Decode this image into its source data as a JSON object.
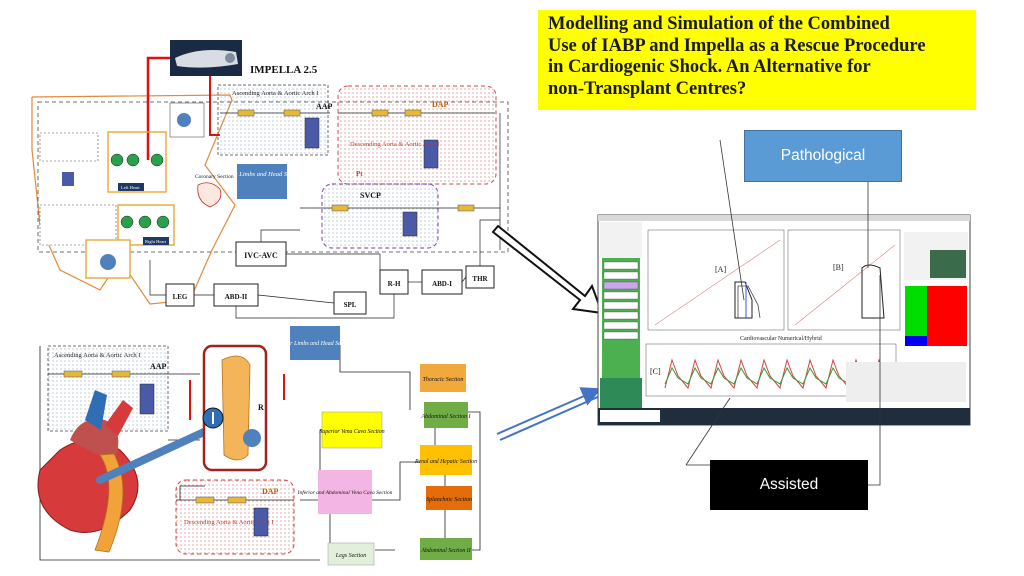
{
  "title": {
    "lines": [
      "Modelling  and  Simulation  of  the  Combined",
      "Use of IABP and Impella  as a Rescue Procedure",
      "in Cardiogenic Shock.        An Alternative for",
      "non-Transplant Centres?"
    ]
  },
  "labels": {
    "pathological": "Pathological",
    "assisted": "Assisted"
  },
  "top_circuit": {
    "impella": "IMPELLA 2.5",
    "ascending": "Ascending Aorta & Aortic Arch I",
    "aap": "AAP",
    "dap": "DAP",
    "descending": "Descending Aorta & Aortic Arch I",
    "upper_limbs": "Upper Limbs and Head Section",
    "coronary": "Coronary Section",
    "svcp": "SVCP",
    "ivc": "IVC-AVC",
    "rh": "R-H",
    "abd1": "ABD-I",
    "thr": "THR",
    "leg": "LEG",
    "abd2": "ABD-II",
    "spl": "SPL",
    "left_heart": "Left Heart",
    "right_heart": "Right Heart",
    "pt": "Pt"
  },
  "bottom_circuit": {
    "ascending": "Ascending Aorta & Aortic Arch I",
    "aap": "AAP",
    "dap": "DAP",
    "descending": "Descending Aorta & Aortic Arch I",
    "upper_limbs": "Upper Limbs and Head Section",
    "thoracic": "Thoracic Section",
    "abdominal1": "Abdominal Section I",
    "svc": "Superior Vena Cava Section",
    "renal": "Renal and Hepatic Section",
    "ivc": "Inferior and Abdominal Vena Cava Section",
    "splanchnic": "Splanchnic Section",
    "legs": "Legs Section",
    "abdominal2": "Abdominal Section II",
    "r": "R"
  },
  "software": {
    "panel_a": "[A]",
    "panel_b": "[B]",
    "panel_c": "[C]",
    "footer": "Cardiovascular Numerical/Hybrid"
  },
  "colors": {
    "title_bg": "#ffff00",
    "pathological_bg": "#5b9bd5",
    "assisted_bg": "#000000",
    "arrow": "#4472c4"
  }
}
